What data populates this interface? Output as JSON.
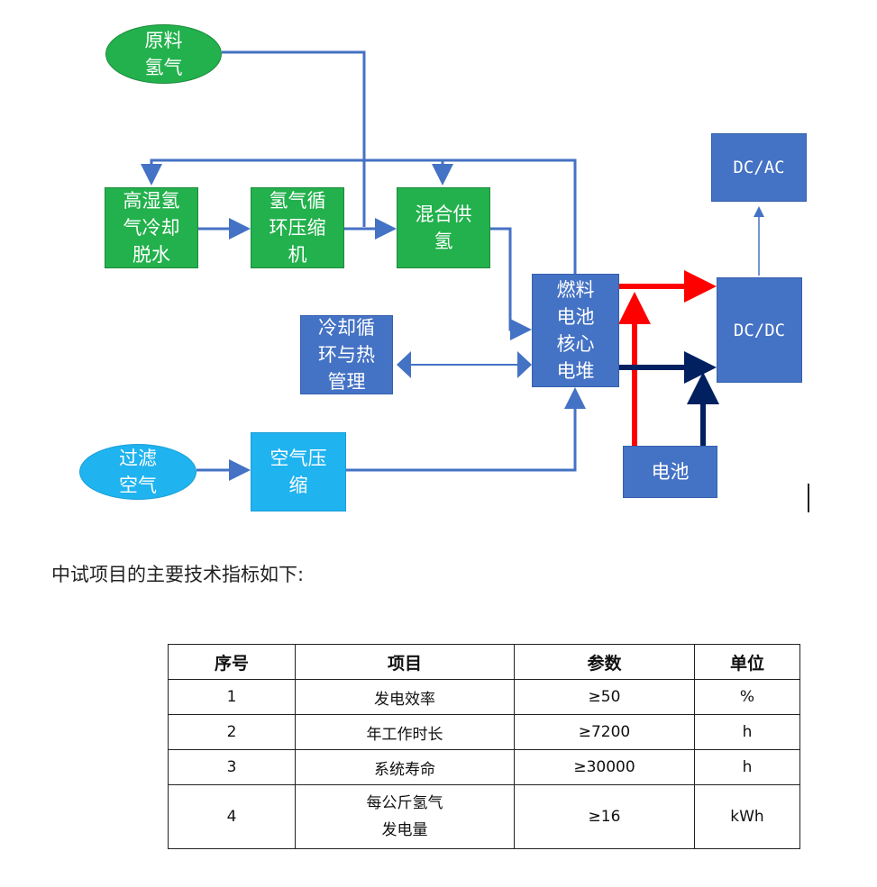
{
  "diagram": {
    "raw_hydrogen": "原料\n氢气",
    "humid_cooling": "高湿氢\n气冷却\n脱水",
    "h2_recirc": "氢气循\n环压缩\n机",
    "mixed_supply": "混合供\n氢",
    "cooling_loop": "冷却循\n环与热\n管理",
    "stack": "燃料\n电池\n核心\n电堆",
    "dcac": "DC/AC",
    "dcdc": "DC/DC",
    "battery": "电池",
    "filter_air": "过滤\n空气",
    "air_compressor": "空气压\n缩",
    "colors": {
      "green": "#22b14c",
      "blue": "#4472c4",
      "cyan": "#1fb3ef",
      "arrow": "#4472c4",
      "positive": "#ff0000",
      "negative": "#002060"
    }
  },
  "intro_text": "中试项目的主要技术指标如下:",
  "table": {
    "headers": [
      "序号",
      "项目",
      "参数",
      "单位"
    ],
    "rows": [
      {
        "no": "1",
        "item": "发电效率",
        "param": "≥50",
        "unit": "%"
      },
      {
        "no": "2",
        "item": "年工作时长",
        "param": "≥7200",
        "unit": "h"
      },
      {
        "no": "3",
        "item": "系统寿命",
        "param": "≥30000",
        "unit": "h"
      },
      {
        "no": "4",
        "item": "每公斤氢气\n发电量",
        "param": "≥16",
        "unit": "kWh"
      }
    ]
  }
}
